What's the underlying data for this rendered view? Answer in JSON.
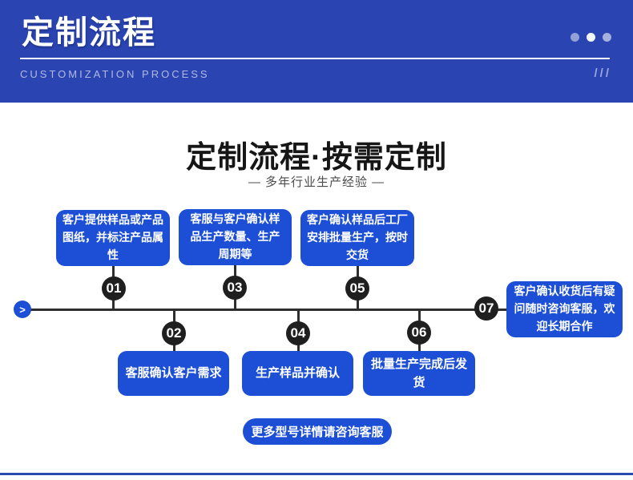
{
  "banner": {
    "title": "定制流程",
    "subtitle": "CUSTOMIZATION PROCESS",
    "slashes": "///",
    "bg_color": "#2a44b2",
    "dot_colors": [
      "#94a1d6",
      "#f4f6fd",
      "#a5b0dd"
    ]
  },
  "section": {
    "title": "定制流程·按需定制",
    "subtitle": "— 多年行业生产经验 —"
  },
  "flow": {
    "accent_color": "#1d4fd6",
    "line_color": "#2e2e2e",
    "circle_color": "#1f1f1f",
    "start_arrow": ">",
    "steps": [
      {
        "num": "01",
        "text": "客户提供样品或产品图纸，并标注产品属性"
      },
      {
        "num": "02",
        "text": "客服确认客户需求"
      },
      {
        "num": "03",
        "text": "客服与客户确认样品生产数量、生产周期等"
      },
      {
        "num": "04",
        "text": "生产样品并确认"
      },
      {
        "num": "05",
        "text": "客户确认样品后工厂安排批量生产，按时交货"
      },
      {
        "num": "06",
        "text": "批量生产完成后发货"
      },
      {
        "num": "07",
        "text": "客户确认收货后有疑问随时咨询客服，欢迎长期合作"
      }
    ]
  },
  "cta": {
    "label": "更多型号详情请咨询客服"
  }
}
